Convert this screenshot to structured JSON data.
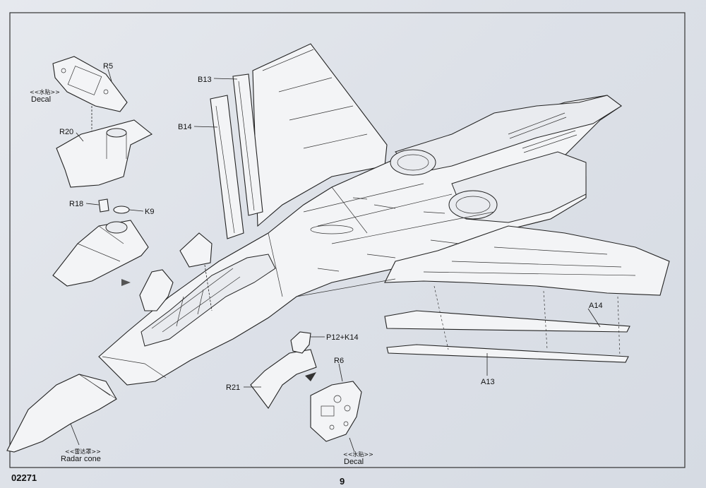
{
  "labels": {
    "R5": "R5",
    "R20": "R20",
    "R18": "R18",
    "K9": "K9",
    "B13": "B13",
    "B14": "B14",
    "A14": "A14",
    "A13": "A13",
    "P12K14": "P12+K14",
    "R6": "R6",
    "R21": "R21"
  },
  "decal_top": {
    "cn": "<<水贴>>",
    "en": "Decal"
  },
  "decal_bottom": {
    "cn": "<<水贴>>",
    "en": "Decal"
  },
  "radar_cone": {
    "cn": "<<雷达罩>>",
    "en": "Radar cone"
  },
  "footer": {
    "kit_number": "02271",
    "page_number": "9"
  }
}
